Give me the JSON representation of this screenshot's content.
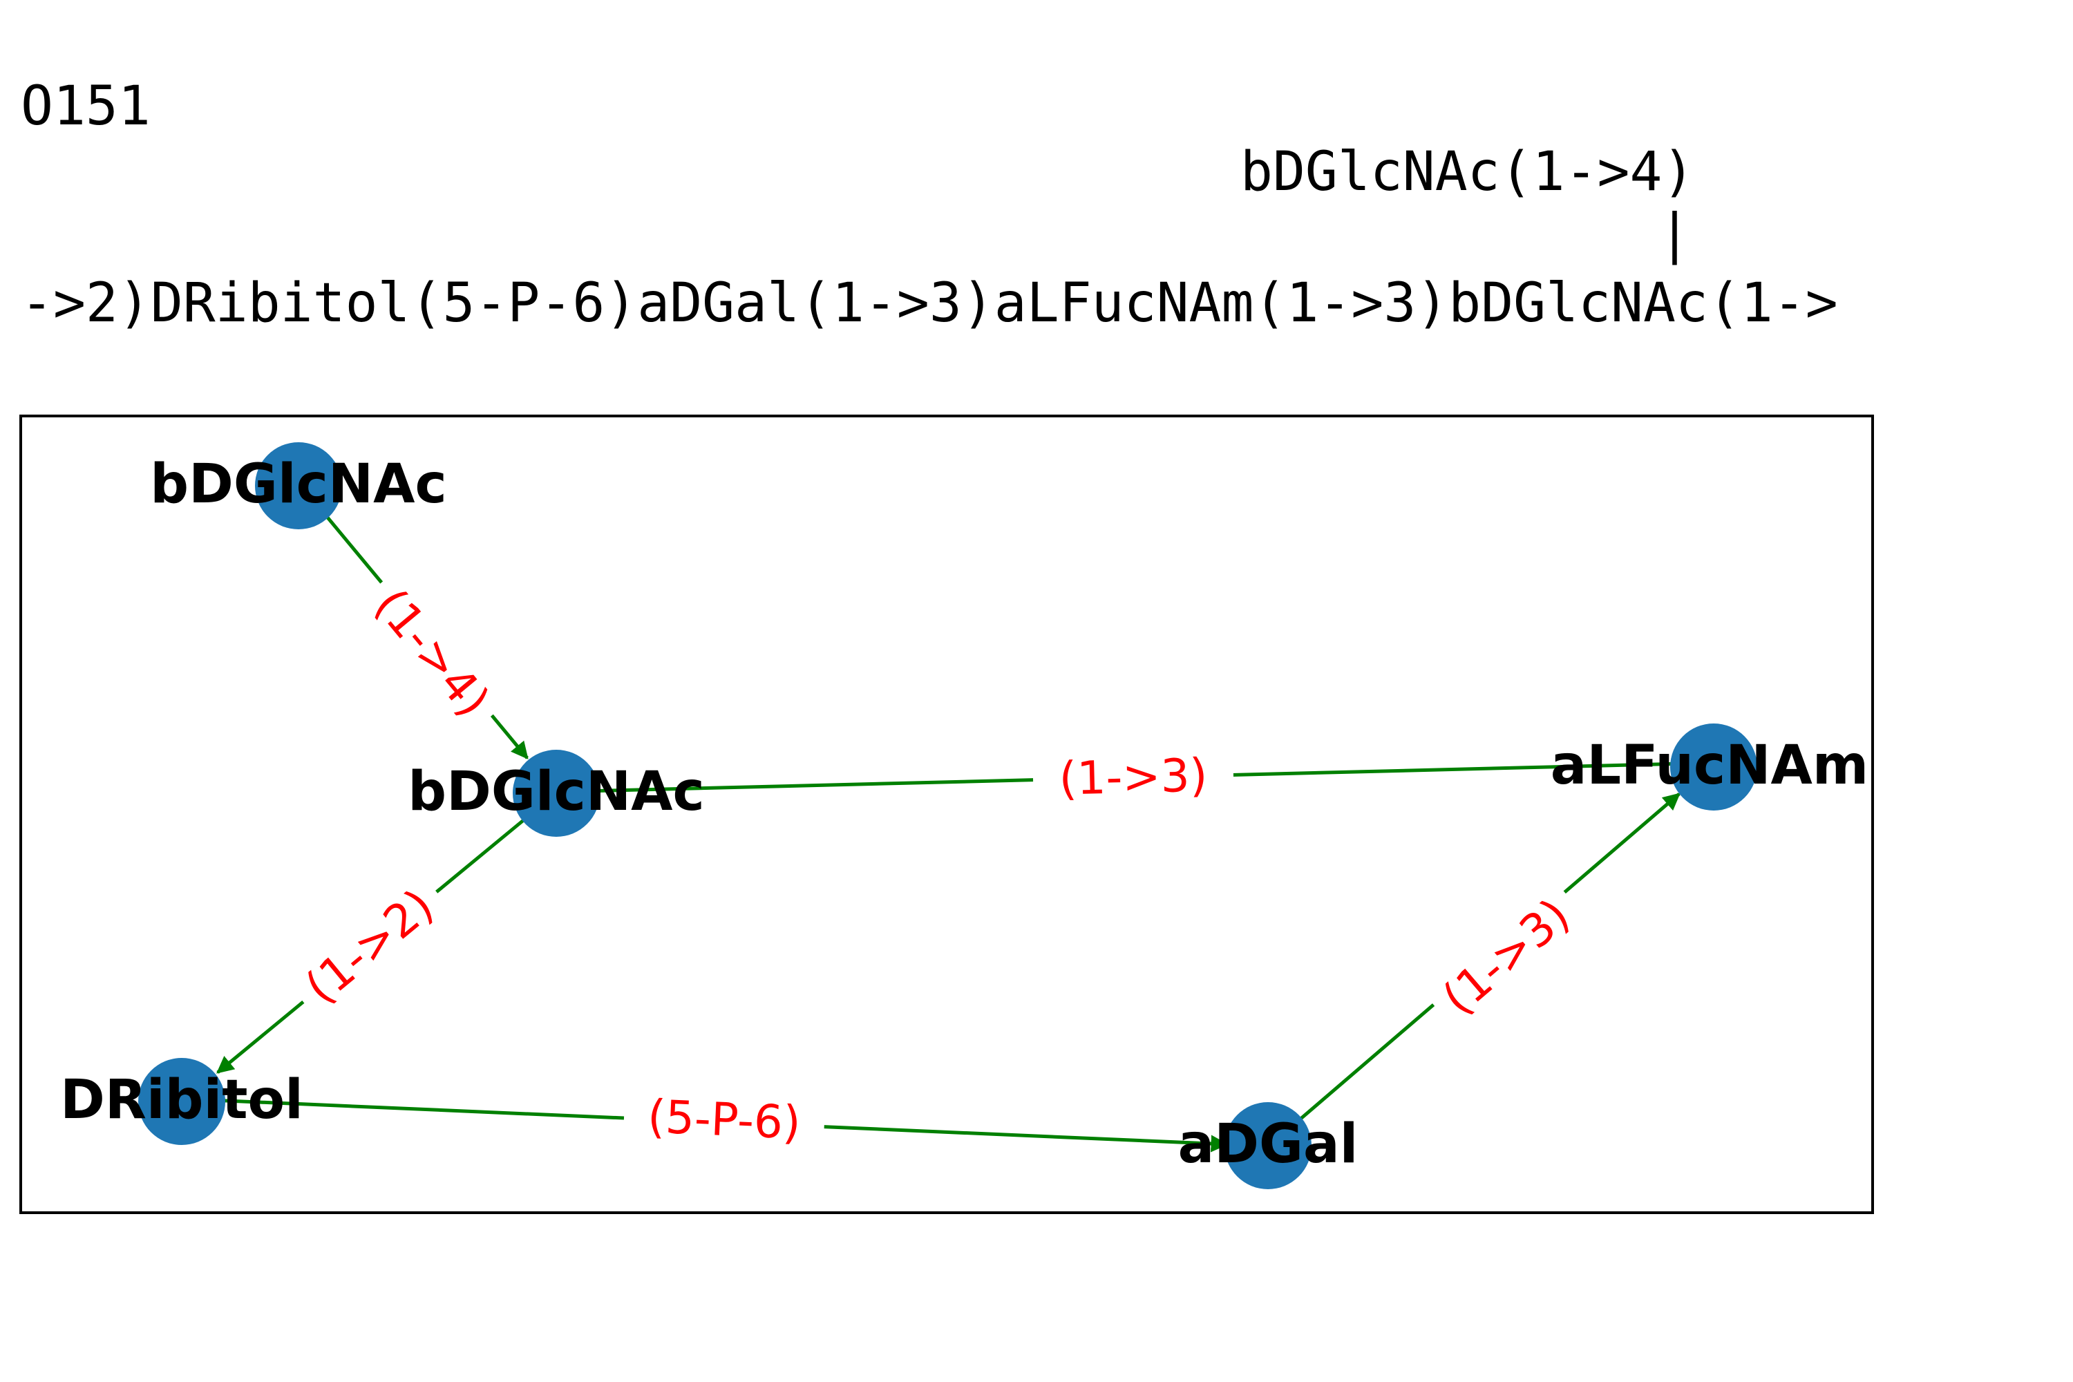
{
  "header": {
    "id": "O151",
    "branch_line": "bDGlcNAc(1->4)",
    "connector": "|",
    "main_line": "->2)DRibitol(5-P-6)aDGal(1->3)aLFucNAm(1->3)bDGlcNAc(1->"
  },
  "graph": {
    "node_color": "#1f77b4",
    "edge_color": "#008000",
    "label_color": "#ff0000",
    "nodes": [
      {
        "id": "n_top",
        "label": "bDGlcNAc"
      },
      {
        "id": "n_mid",
        "label": "bDGlcNAc"
      },
      {
        "id": "n_fuc",
        "label": "aLFucNAm"
      },
      {
        "id": "n_rib",
        "label": "DRibitol"
      },
      {
        "id": "n_gal",
        "label": "aDGal"
      }
    ],
    "edges": [
      {
        "from": "n_top",
        "to": "n_mid",
        "label": "(1->4)"
      },
      {
        "from": "n_fuc",
        "to": "n_mid",
        "label": "(1->3)"
      },
      {
        "from": "n_mid",
        "to": "n_rib",
        "label": "(1->2)"
      },
      {
        "from": "n_rib",
        "to": "n_gal",
        "label": "(5-P-6)"
      },
      {
        "from": "n_gal",
        "to": "n_fuc",
        "label": "(1->3)"
      }
    ]
  }
}
